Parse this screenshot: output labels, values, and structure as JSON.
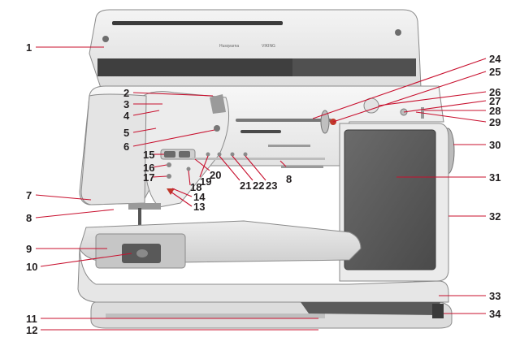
{
  "brand": {
    "logo_text": "Husqvarna",
    "model_text": "VIKING"
  },
  "colors": {
    "leader_line": "#c8102e",
    "label_text": "#231f20",
    "body_light": "#f2f2f2",
    "body_mid": "#dedede",
    "body_shade": "#c4c4c4",
    "outline": "#8a8a8a",
    "screen": "#5a5a5a",
    "dark_strip": "#3a3a3a"
  },
  "callouts": [
    {
      "id": "1",
      "label": "1"
    },
    {
      "id": "2",
      "label": "2"
    },
    {
      "id": "3",
      "label": "3"
    },
    {
      "id": "4",
      "label": "4"
    },
    {
      "id": "5",
      "label": "5"
    },
    {
      "id": "6",
      "label": "6"
    },
    {
      "id": "7",
      "label": "7"
    },
    {
      "id": "8a",
      "label": "8"
    },
    {
      "id": "8b",
      "label": "8"
    },
    {
      "id": "9",
      "label": "9"
    },
    {
      "id": "10",
      "label": "10"
    },
    {
      "id": "11",
      "label": "11"
    },
    {
      "id": "12",
      "label": "12"
    },
    {
      "id": "13",
      "label": "13"
    },
    {
      "id": "14",
      "label": "14"
    },
    {
      "id": "15",
      "label": "15"
    },
    {
      "id": "16",
      "label": "16"
    },
    {
      "id": "17",
      "label": "17"
    },
    {
      "id": "18",
      "label": "18"
    },
    {
      "id": "19",
      "label": "19"
    },
    {
      "id": "20",
      "label": "20"
    },
    {
      "id": "21",
      "label": "21"
    },
    {
      "id": "22",
      "label": "22"
    },
    {
      "id": "23",
      "label": "23"
    },
    {
      "id": "24",
      "label": "24"
    },
    {
      "id": "25",
      "label": "25"
    },
    {
      "id": "26",
      "label": "26"
    },
    {
      "id": "27",
      "label": "27"
    },
    {
      "id": "28",
      "label": "28"
    },
    {
      "id": "29",
      "label": "29"
    },
    {
      "id": "30",
      "label": "30"
    },
    {
      "id": "31",
      "label": "31"
    },
    {
      "id": "32",
      "label": "32"
    },
    {
      "id": "33",
      "label": "33"
    },
    {
      "id": "34",
      "label": "34"
    }
  ]
}
